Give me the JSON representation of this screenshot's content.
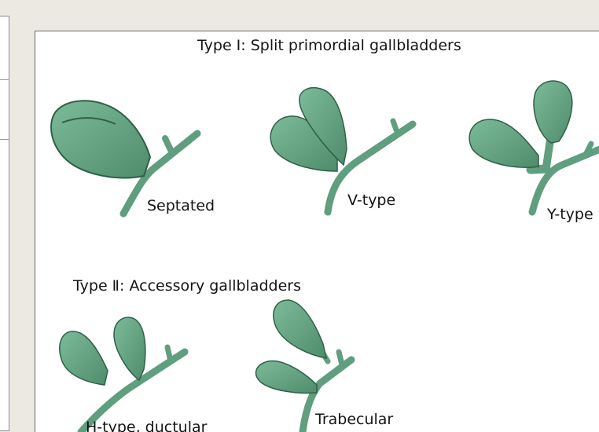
{
  "figure": {
    "type1_title": "Type Ⅰ: Split primordial gallbladders",
    "type2_title": "Type Ⅱ: Accessory gallbladders",
    "labels": {
      "septated": "Septated",
      "v_type": "V-type",
      "y_type": "Y-type",
      "h_type": "H-type, ductular",
      "trabecular": "Trabecular"
    }
  },
  "colors": {
    "organ_fill": "#5f9e7e",
    "organ_light": "#79b596",
    "organ_outline": "#2f5f48",
    "background": "#ebe9e2"
  }
}
